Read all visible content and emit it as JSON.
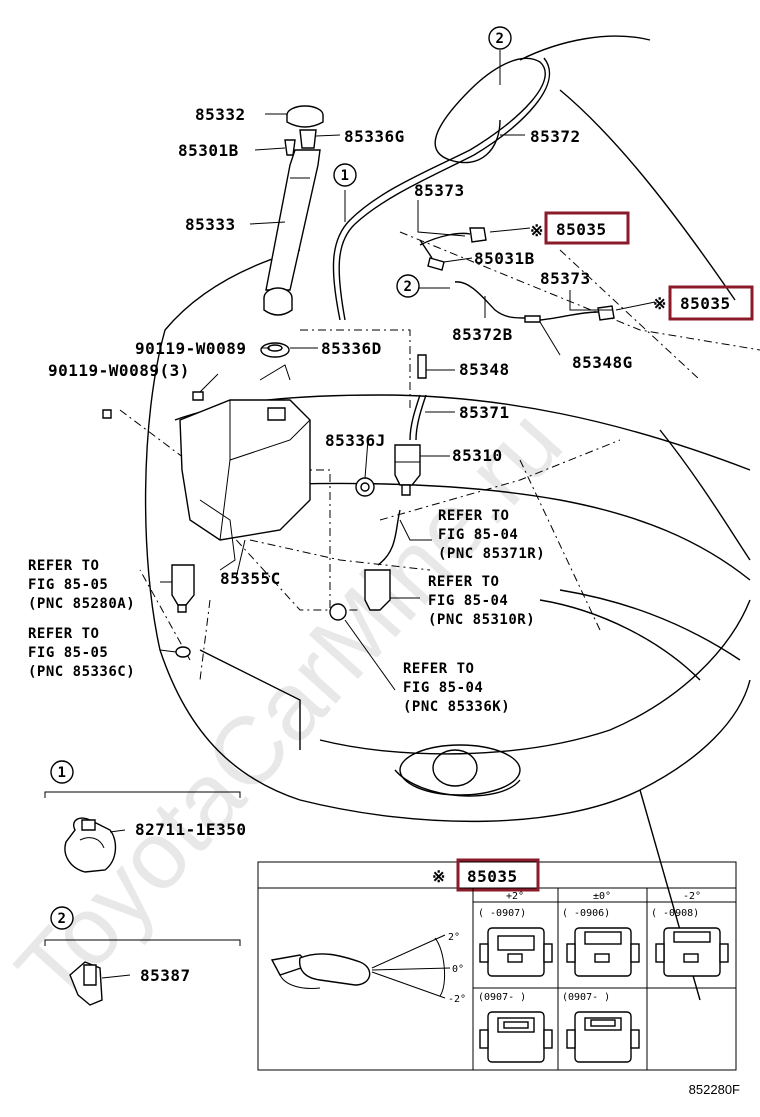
{
  "watermark": "ToyotaCarMine.ru",
  "figure_code": "852280F",
  "parts": {
    "p85332": "85332",
    "p85336G": "85336G",
    "p85301B": "85301B",
    "p85372": "85372",
    "p85333": "85333",
    "p85373a": "85373",
    "p85035a": "85035",
    "p85031B": "85031B",
    "p85373b": "85373",
    "p85035b": "85035",
    "p85372B": "85372B",
    "p85348G": "85348G",
    "p90119a": "90119-W0089",
    "p85336D": "85336D",
    "p90119b": "90119-W0089(3)",
    "p85348": "85348",
    "p85371": "85371",
    "p85336J": "85336J",
    "p85310": "85310",
    "p85355C": "85355C",
    "p82711": "82711-1E350",
    "p85387": "85387"
  },
  "refs": {
    "r1": [
      "REFER TO",
      "FIG 85-04",
      "(PNC 85371R)"
    ],
    "r2": [
      "REFER TO",
      "FIG 85-04",
      "(PNC 85310R)"
    ],
    "r3": [
      "REFER TO",
      "FIG 85-04",
      "(PNC 85336K)"
    ],
    "r4": [
      "REFER TO",
      "FIG 85-05",
      "(PNC 85280A)"
    ],
    "r5": [
      "REFER TO",
      "FIG 85-05",
      "(PNC 85336C)"
    ]
  },
  "markers": {
    "m1": "1",
    "m2": "2",
    "note": "※"
  },
  "inset": {
    "title_mark": "※",
    "title_part": "85035",
    "angles": {
      "up": "2°",
      "zero": "0°",
      "down": "-2°"
    },
    "columns": [
      "+2°",
      "±0°",
      "-2°"
    ],
    "dates_row1": [
      "(     -0907)",
      "(     -0906)",
      "(     -0908)"
    ],
    "dates_row2": [
      "(0907-      )",
      "(0907-      )"
    ]
  },
  "colors": {
    "highlight": "#8b1a2a",
    "watermark": "#d6d6d6"
  }
}
